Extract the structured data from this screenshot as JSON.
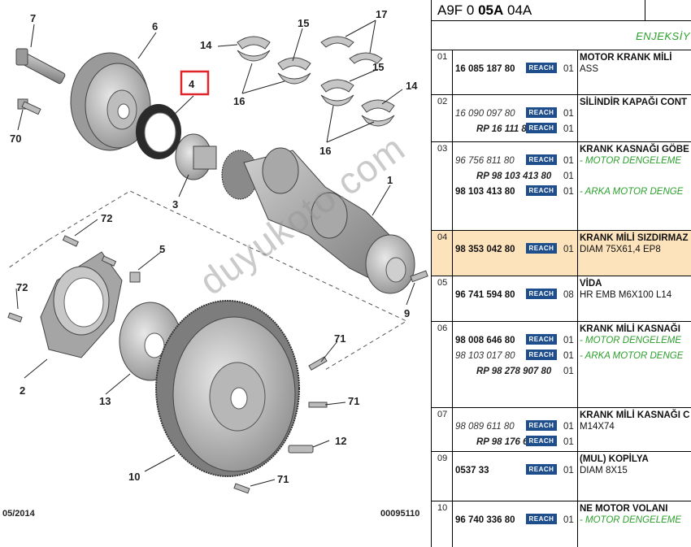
{
  "header": {
    "ref_prefix": "A9F 0 ",
    "ref_bold": "05A",
    "ref_suffix": " 04A",
    "section_title": "ENJEKSİY"
  },
  "diagram": {
    "callouts": [
      "7",
      "6",
      "4",
      "15",
      "17",
      "14",
      "15",
      "16",
      "14",
      "16",
      "70",
      "3",
      "1",
      "72",
      "5",
      "72",
      "2",
      "9",
      "13",
      "71",
      "71",
      "12",
      "10",
      "71"
    ],
    "footer_date": "05/2014",
    "footer_code": "00095110",
    "watermark": "duyukoto.com"
  },
  "parts": [
    {
      "no": "01",
      "lines": [
        {
          "pn": "16 085 187 80",
          "style": "b",
          "qty": "01",
          "reach": true
        }
      ],
      "title": "MOTOR KRANK MİLİ",
      "desc": [
        "ASS"
      ]
    },
    {
      "no": "02",
      "lines": [
        {
          "pn": "16 090 097 80",
          "style": "i",
          "qty": "01",
          "reach": true
        },
        {
          "pn": "RP 16 111 874 80",
          "style": "rp",
          "qty": "01",
          "reach": true
        }
      ],
      "title": "SİLİNDİR KAPAĞI CONT",
      "desc": []
    },
    {
      "no": "03",
      "lines": [
        {
          "pn": "96 756 811 80",
          "style": "i",
          "qty": "01",
          "reach": true
        },
        {
          "pn": "RP 98 103 413 80",
          "style": "rp",
          "qty": "01",
          "reach": false
        },
        {
          "pn": "98 103 413 80",
          "style": "b",
          "qty": "01",
          "reach": true
        }
      ],
      "title": "KRANK KASNAĞI GÖBE",
      "desc": [
        "- MOTOR DENGELEME",
        "",
        "- ARKA MOTOR DENGE"
      ]
    },
    {
      "no": "04",
      "highlight": true,
      "lines": [
        {
          "pn": "98 353 042 80",
          "style": "b",
          "qty": "01",
          "reach": true
        }
      ],
      "title": "KRANK MİLİ SIZDIRMAZ",
      "desc": [
        "DIAM 75X61,4 EP8"
      ]
    },
    {
      "no": "05",
      "lines": [
        {
          "pn": "96 741 594 80",
          "style": "b",
          "qty": "08",
          "reach": true
        }
      ],
      "title": "VİDA",
      "desc": [
        "HR EMB M6X100 L14"
      ]
    },
    {
      "no": "06",
      "lines": [
        {
          "pn": "98 008 646 80",
          "style": "b",
          "qty": "01",
          "reach": true
        },
        {
          "pn": "98 103 017 80",
          "style": "i",
          "qty": "01",
          "reach": true
        },
        {
          "pn": "RP 98 278 907 80",
          "style": "rp",
          "qty": "01",
          "reach": false
        }
      ],
      "title": "KRANK MİLİ KASNAĞI",
      "desc": [
        "- MOTOR DENGELEME",
        "- ARKA MOTOR DENGE"
      ]
    },
    {
      "no": "07",
      "lines": [
        {
          "pn": "98 089 611 80",
          "style": "i",
          "qty": "01",
          "reach": true
        },
        {
          "pn": "RP 98 176 651 80",
          "style": "rp",
          "qty": "01",
          "reach": true
        }
      ],
      "title": "KRANK MİLİ KASNAĞI C",
      "desc": [
        "M14X74"
      ]
    },
    {
      "no": "09",
      "lines": [
        {
          "pn": "0537 33",
          "style": "b",
          "qty": "01",
          "reach": true
        }
      ],
      "title": "(MUL) KOPİLYA",
      "desc": [
        "DIAM 8X15"
      ]
    },
    {
      "no": "10",
      "lines": [
        {
          "pn": "96 740 336 80",
          "style": "b",
          "qty": "01",
          "reach": true
        }
      ],
      "title": "NE MOTOR VOLANI",
      "desc": [
        "- MOTOR DENGELEME"
      ]
    }
  ],
  "reach_label": "REACH",
  "colors": {
    "highlight": "#fde3bc",
    "reach_badge": "#1f4e8c",
    "green_text": "#2ca02c",
    "callout_box": "#e0242a"
  }
}
